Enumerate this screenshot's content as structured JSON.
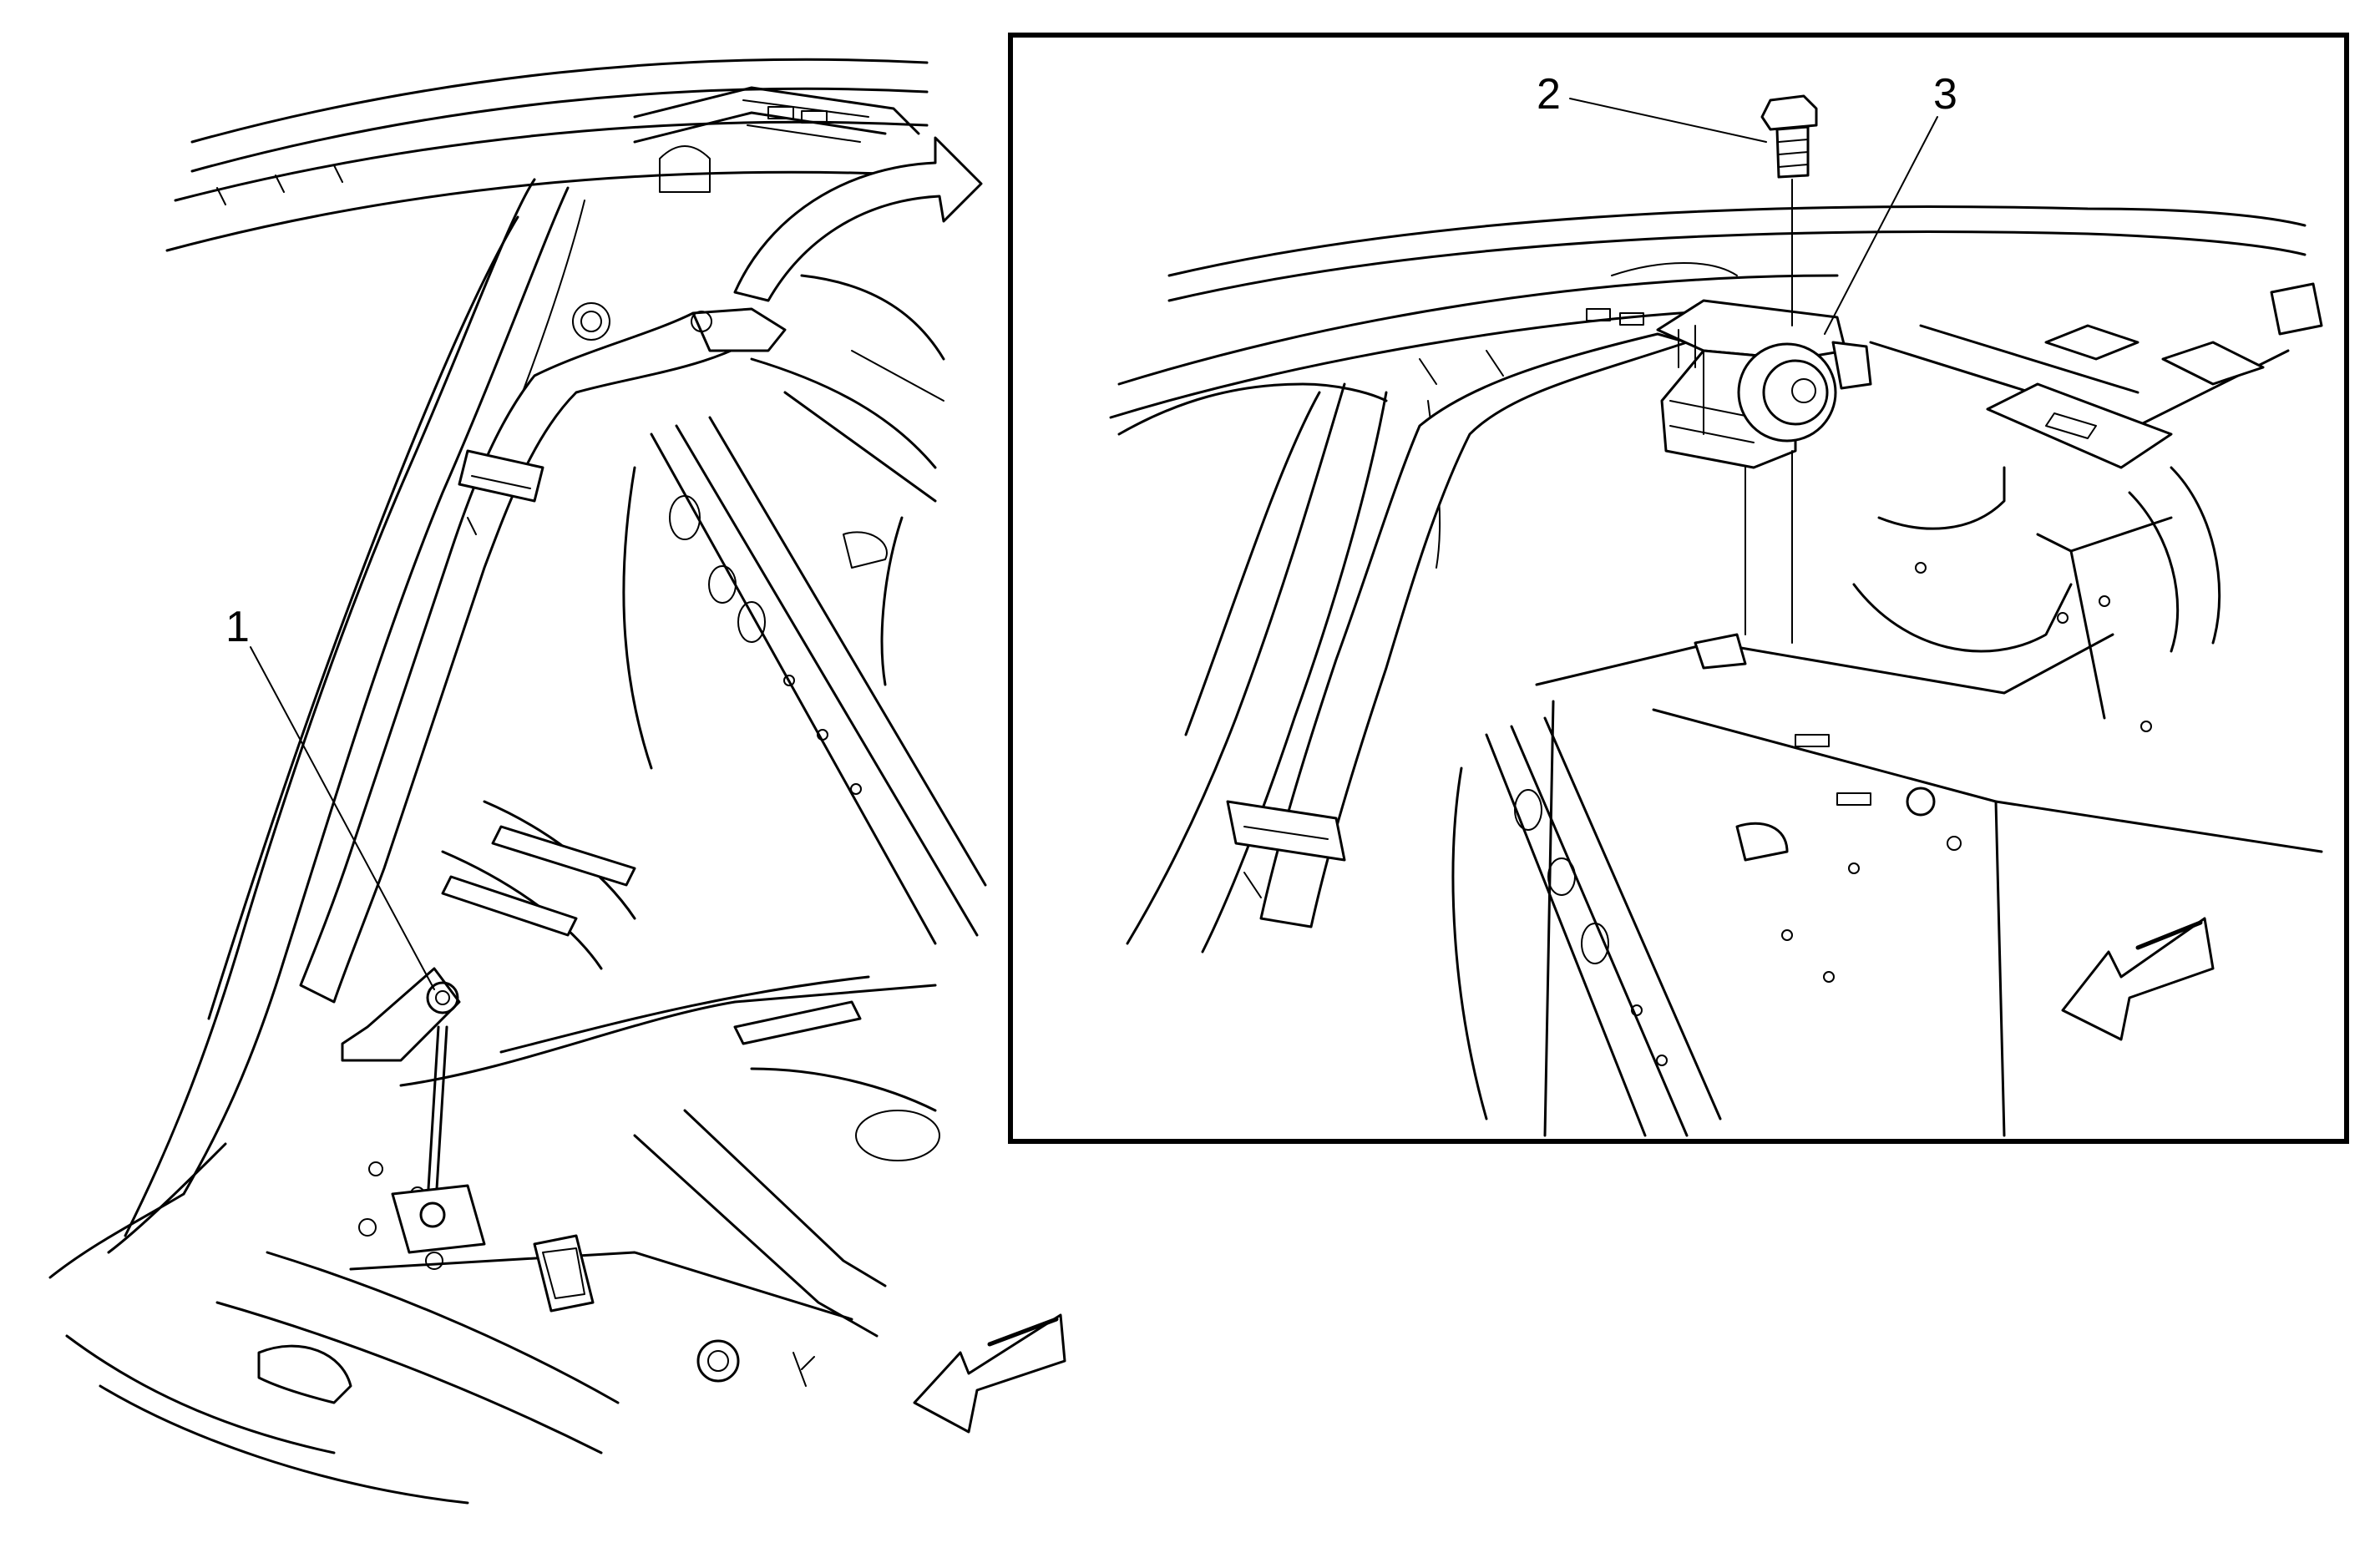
{
  "callouts": [
    {
      "label": "1"
    },
    {
      "label": "2"
    },
    {
      "label": "3"
    }
  ],
  "views": [
    {
      "name": "main-view"
    },
    {
      "name": "detail-view"
    }
  ],
  "arrows": [
    {
      "meaning": "rotation-direction"
    },
    {
      "meaning": "vehicle-front-direction"
    },
    {
      "meaning": "vehicle-front-direction"
    }
  ]
}
